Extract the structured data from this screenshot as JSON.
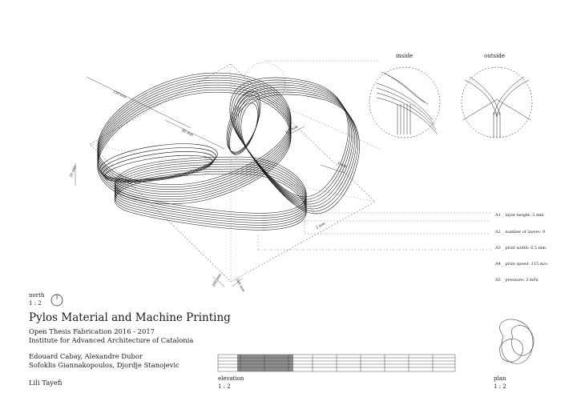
{
  "title": "Pylos Material and Machine Printing",
  "course": "Open Thesis Fabrication 2016 - 2017",
  "institute": "Institute for Advanced Architecture of Catalonia",
  "authors_line1": "Edouard Cabay, Alexandre Dubor",
  "authors_line2": "Sofoklis Giannakopoulos, Djordje Stanojevic",
  "authors_line3": "Lili Tayefi",
  "north": {
    "label": "north",
    "scale": "1 : 2"
  },
  "elevation": {
    "label": "elevation",
    "scale": "1 : 2"
  },
  "plan": {
    "label": "plan",
    "scale": "1 : 2"
  },
  "details": {
    "inside": "inside",
    "outside": "outside"
  },
  "parameters": [
    {
      "id": "A1",
      "text": "A1 _ layer height: 3 mm"
    },
    {
      "id": "A2",
      "text": "A2 _ number of layers: 9"
    },
    {
      "id": "A3",
      "text": "A3 _ print width: 6.5 mm"
    },
    {
      "id": "A4",
      "text": "A4 _ print speed: 115 m/s"
    },
    {
      "id": "A5",
      "text": "A5 _ pressure: 3 mPa"
    }
  ],
  "dimensions": {
    "top_left": "150 mm",
    "center": "80 mm",
    "left": "20 mm",
    "right": "3 mm",
    "lower_left": "6.5 mm",
    "bottom_right": "2 mm",
    "bottom_1": "200 mm",
    "bottom_2": "200 mm"
  }
}
